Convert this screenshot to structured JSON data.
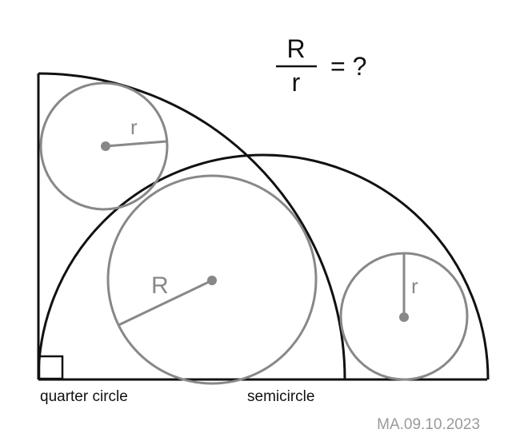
{
  "question": {
    "numerator": "R",
    "denominator": "r",
    "suffix": "= ?"
  },
  "labels": {
    "small_radius_top": "r",
    "big_radius": "R",
    "small_radius_right": "r",
    "quarter_circle": "quarter circle",
    "semicircle": "semicircle"
  },
  "signature": "MA.09.10.2023",
  "colors": {
    "stroke_dark": "#111111",
    "stroke_gray": "#888888",
    "text_dark": "#111111",
    "text_gray": "#888888",
    "signature": "#9a9a9a",
    "background": "#ffffff"
  }
}
